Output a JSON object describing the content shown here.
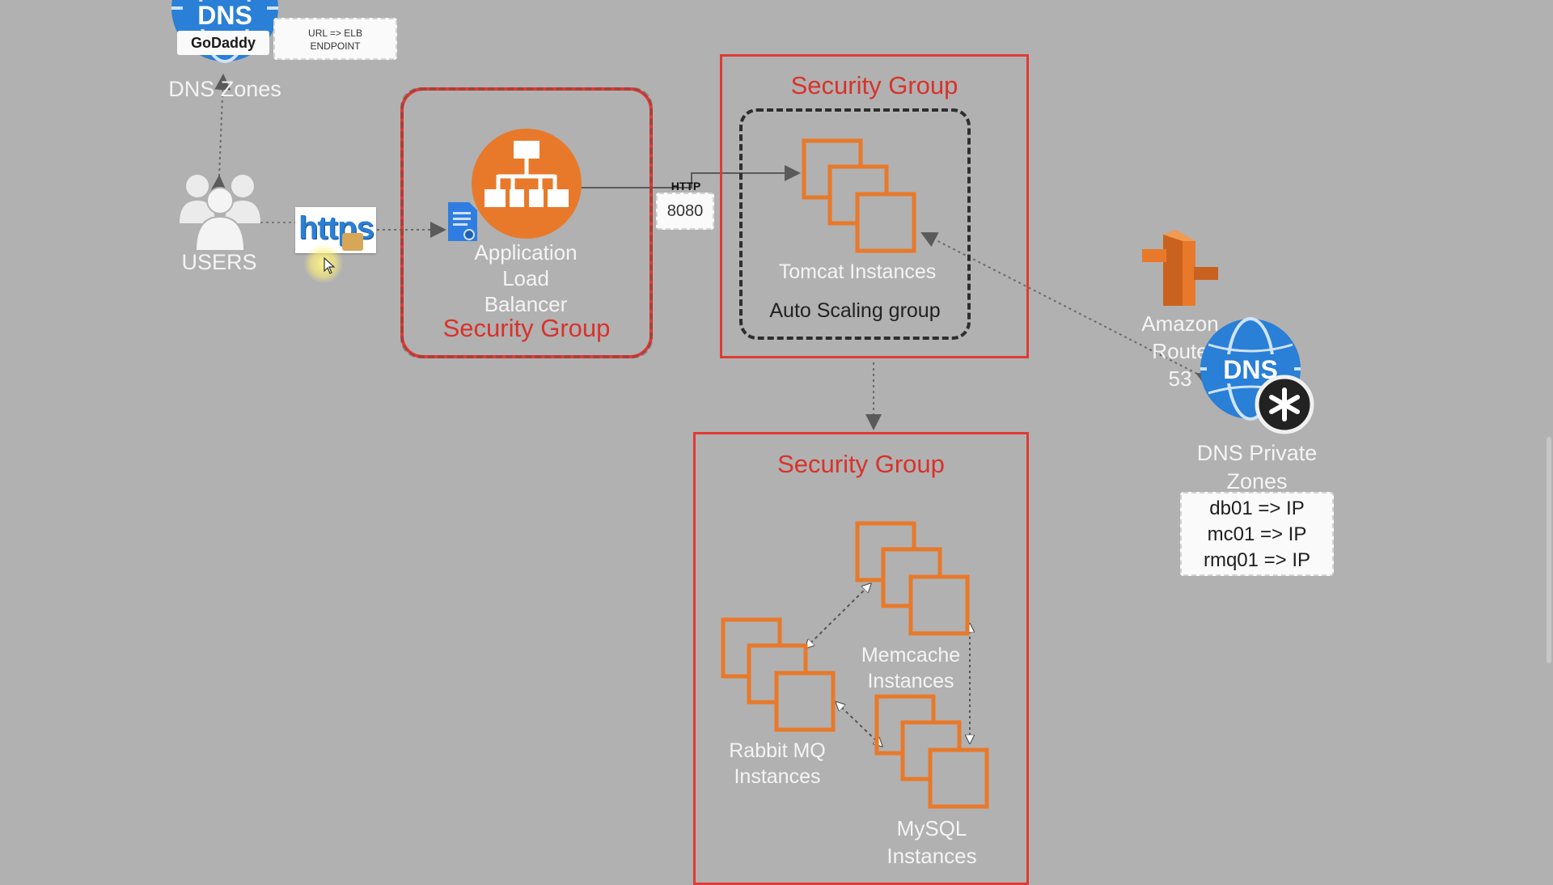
{
  "colors": {
    "background": "#b1b1b1",
    "security_group": "#e13a34",
    "aws_orange": "#e8792a",
    "dns_blue": "#2a7fd6",
    "label_text": "#f4f4f4"
  },
  "top_left": {
    "godaddy_logo": "GoDaddy",
    "dns_badge": "DNS",
    "elb_note_line1": "URL => ELB",
    "elb_note_line2": "ENDPOINT",
    "dns_zones_label": "DNS Zones"
  },
  "users": {
    "label": "USERS",
    "icon": "users-icon"
  },
  "https_badge": {
    "text": "https",
    "icon": "https-certificate-icon"
  },
  "alb_group": {
    "icon": "load-balancer-icon",
    "label_line1": "Application",
    "label_line2": "Load",
    "label_line3": "Balancer",
    "security_group": "Security Group"
  },
  "http_link": {
    "protocol": "HTTP",
    "port": "8080"
  },
  "tomcat_group": {
    "security_group": "Security Group",
    "instances_label": "Tomcat Instances",
    "asg_label": "Auto Scaling group",
    "icon": "ec2-instances-icon"
  },
  "backend_group": {
    "security_group": "Security Group",
    "memcache_line1": "Memcache",
    "memcache_line2": "Instances",
    "rabbitmq_line1": "Rabbit MQ",
    "rabbitmq_line2": "Instances",
    "mysql_line1": "MySQL",
    "mysql_line2": "Instances",
    "icon": "ec2-instances-icon"
  },
  "route53": {
    "label_line1": "Amazon",
    "label_line2": "Route",
    "label_line3": "53",
    "icon": "route53-icon"
  },
  "dns_private": {
    "badge": "DNS",
    "icon": "dns-private-zone-icon",
    "label_line1": "DNS Private",
    "label_line2": "Zones",
    "records": [
      "db01 => IP",
      "mc01 => IP",
      "rmq01 => IP"
    ]
  }
}
